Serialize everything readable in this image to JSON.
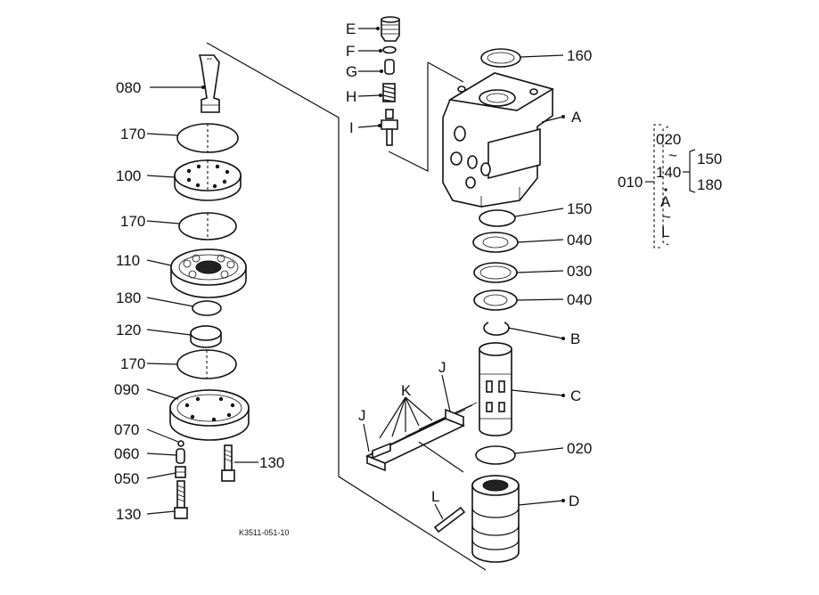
{
  "labels": {
    "p080": "080",
    "p170a": "170",
    "p100": "100",
    "p170b": "170",
    "p110": "110",
    "p180": "180",
    "p120": "120",
    "p170c": "170",
    "p090": "090",
    "p070": "070",
    "p060": "060",
    "p050": "050",
    "p130a": "130",
    "p130b": "130",
    "pE": "E",
    "pF": "F",
    "pG": "G",
    "pH": "H",
    "pI": "I",
    "p160": "160",
    "pA": "A",
    "p150": "150",
    "p040a": "040",
    "p030": "030",
    "p040b": "040",
    "pB": "B",
    "pC": "C",
    "p020": "020",
    "pD": "D",
    "pJ1": "J",
    "pJ2": "J",
    "pK": "K",
    "pL": "L"
  },
  "legend": {
    "l020": "020",
    "l140": "140",
    "l010": "010",
    "l150": "150",
    "l180": "180",
    "lA": "A",
    "lL": "L",
    "tilde1": "~",
    "tilde2": "~",
    "tilde3": "~"
  },
  "figure_code": "K3511-051-10",
  "colors": {
    "ink": "#111111",
    "paper": "#ffffff"
  }
}
